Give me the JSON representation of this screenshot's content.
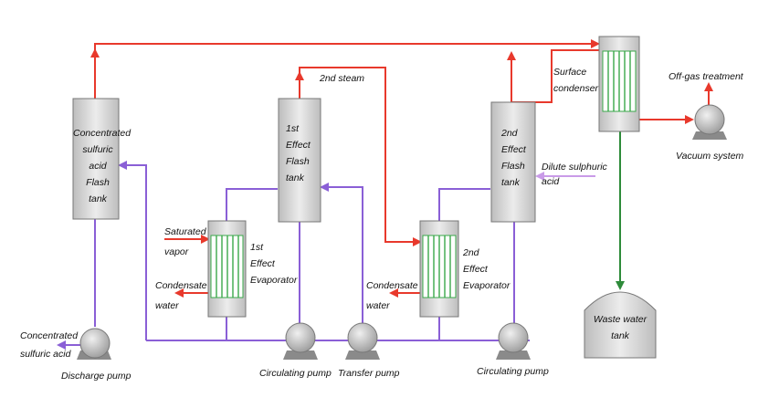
{
  "colors": {
    "steam_line": "#e8392c",
    "liquid_line": "#8a5fd6",
    "water_line": "#2e8b3a",
    "dilute_feed_line": "#c99be8",
    "vessel_fill": "#d9d9d9",
    "tube_green": "#3aa84a"
  },
  "vessels": {
    "conc_flash": [
      "Concentrated",
      "sulfuric",
      "acid",
      "Flash",
      "tank"
    ],
    "first_flash": [
      "1st",
      "Effect",
      "Flash",
      "tank"
    ],
    "second_flash": [
      "2nd",
      "Effect",
      "Flash",
      "tank"
    ],
    "first_evap": [
      "1st",
      "Effect",
      "Evaporator"
    ],
    "second_evap": [
      "2nd",
      "Effect",
      "Evaporator"
    ],
    "waste_tank": [
      "Waste water",
      "tank"
    ]
  },
  "labels": {
    "surface_condenser": [
      "Surface",
      "condenser"
    ],
    "second_steam": "2nd steam",
    "dilute_acid": [
      "Dilute sulphuric",
      "acid"
    ],
    "saturated_vapor": [
      "Saturated",
      "vapor"
    ],
    "condensate_1": [
      "Condensate",
      "water"
    ],
    "condensate_2": [
      "Condensate",
      "water"
    ],
    "conc_acid_out": [
      "Concentrated",
      "sulfuric acid"
    ],
    "off_gas": "Off-gas treatment",
    "vacuum": "Vacuum system"
  },
  "pumps": {
    "discharge": "Discharge pump",
    "circ1": "Circulating pump",
    "transfer": "Transfer pump",
    "circ2": "Circulating pump"
  }
}
